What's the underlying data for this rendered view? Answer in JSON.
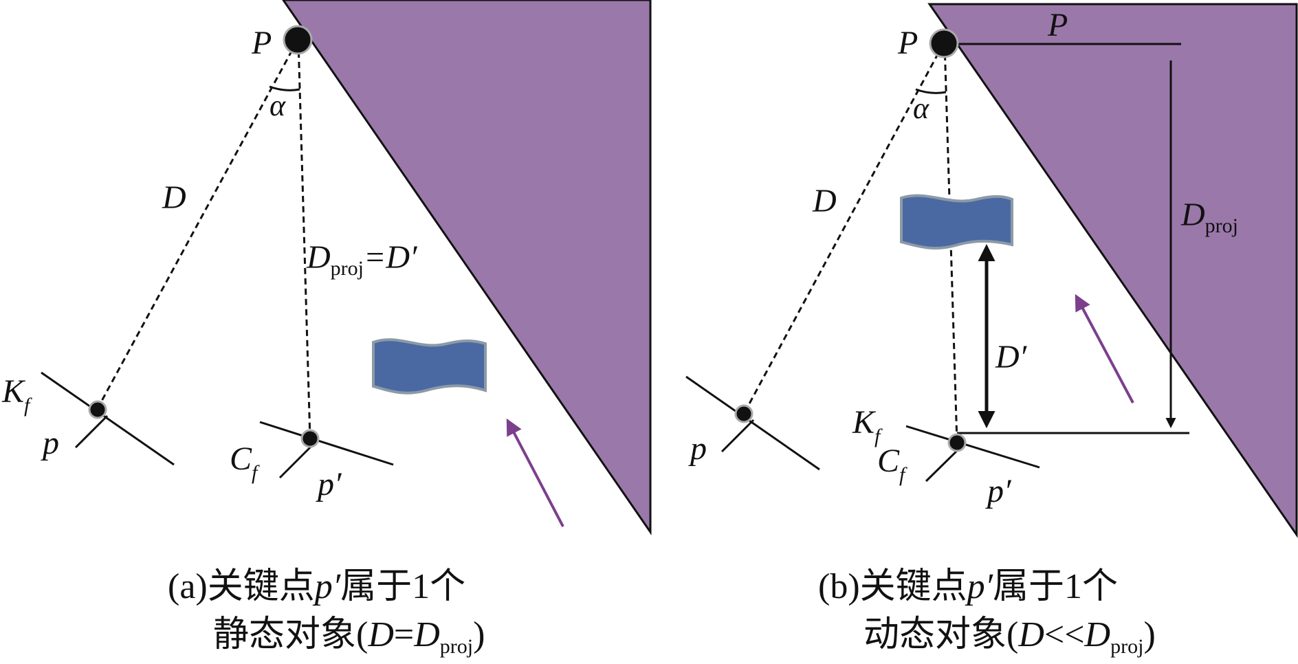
{
  "panel_a": {
    "label_P": "P",
    "label_alpha": "α",
    "label_D": "D",
    "label_Dproj_main": "D",
    "label_Dproj_sub": "proj",
    "label_Dproj_eq": "=D′",
    "label_Kf_main": "K",
    "label_Kf_sub": "f",
    "label_p": "p",
    "label_Cf_main": "C",
    "label_Cf_sub": "f",
    "label_pprime": "p′",
    "caption_line1_prefix": "(a)关键点",
    "caption_line1_italic": "p′",
    "caption_line1_suffix": "属于1个",
    "caption_line2_prefix": "静态对象(",
    "caption_line2_D1": "D",
    "caption_line2_eq": "=",
    "caption_line2_D2": "D",
    "caption_line2_sub": "proj",
    "caption_line2_end": ")"
  },
  "panel_b": {
    "label_P": "P",
    "label_P_top": "P",
    "label_alpha": "α",
    "label_D": "D",
    "label_Dproj_main": "D",
    "label_Dproj_sub": "proj",
    "label_Dprime": "D′",
    "label_Kf_main": "K",
    "label_Kf_sub": "f",
    "label_p": "p",
    "label_Cf_main": "C",
    "label_Cf_sub": "f",
    "label_pprime": "p′",
    "caption_line1_prefix": "(b)关键点",
    "caption_line1_italic": "p′",
    "caption_line1_suffix": "属于1个",
    "caption_line2_prefix": "动态对象(",
    "caption_line2_D1": "D",
    "caption_line2_lt": "<<",
    "caption_line2_D2": "D",
    "caption_line2_sub": "proj",
    "caption_line2_end": ")"
  },
  "colors": {
    "frustum_fill": "#9b78aa",
    "object_fill": "#4a69a3",
    "object_stroke": "#8c9aa6",
    "motion_arrow": "#7b3f8c",
    "line": "#111111"
  }
}
